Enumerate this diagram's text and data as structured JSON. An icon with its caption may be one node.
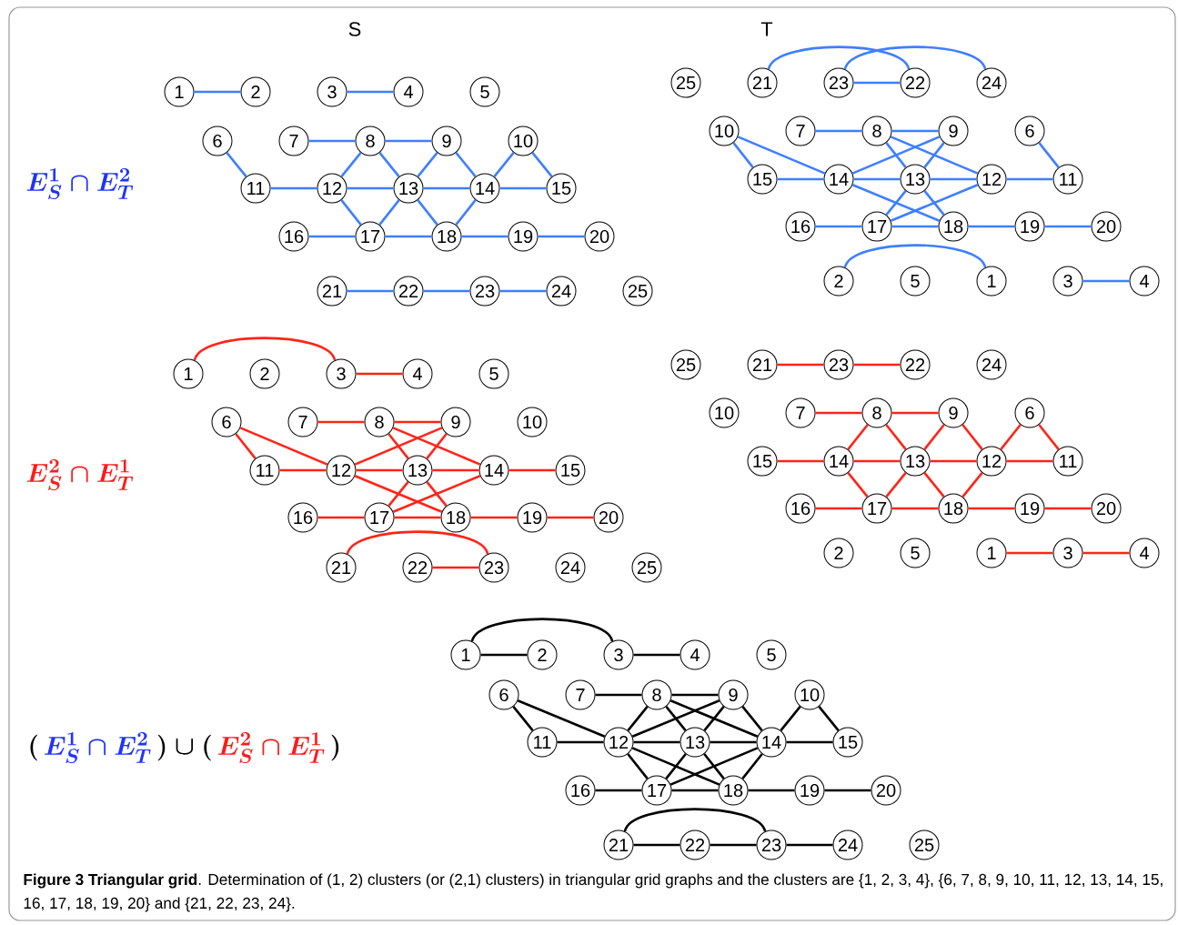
{
  "diagram": {
    "caption": "**Figure 3 Triangular grid**. Determination of (1, 2) clusters (or (2,1) clusters) in triangular grid graphs and the clusters are {1, 2, 3, 4}, {6, 7, 8, 9, 10, 11, 12, 13, 14, 15, 16, 17, 18, 19, 20} and {21, 22, 23, 24}.",
    "nodes": [
      {
        "text": [
          "1"
        ]
      },
      {
        "text": [
          "2"
        ]
      },
      {
        "text": [
          "3"
        ]
      },
      {
        "text": [
          "4"
        ]
      },
      {
        "text": [
          "5"
        ]
      },
      {
        "text": [
          "6"
        ]
      },
      {
        "text": [
          "7"
        ]
      },
      {
        "text": [
          "8"
        ]
      },
      {
        "text": [
          "9"
        ]
      },
      {
        "text": [
          "10"
        ]
      },
      {
        "text": [
          "11"
        ]
      },
      {
        "text": [
          "12"
        ]
      },
      {
        "text": [
          "13"
        ]
      },
      {
        "text": [
          "14"
        ]
      },
      {
        "text": [
          "15"
        ]
      },
      {
        "text": [
          "16"
        ]
      },
      {
        "text": [
          "17"
        ]
      },
      {
        "text": [
          "18"
        ]
      },
      {
        "text": [
          "19"
        ]
      },
      {
        "text": [
          "20"
        ]
      },
      {
        "text": [
          "21"
        ]
      },
      {
        "text": [
          "22"
        ]
      },
      {
        "text": [
          "23"
        ]
      },
      {
        "text": [
          "24"
        ]
      },
      {
        "text": [
          "25"
        ]
      },
      {
        "text": [
          "1"
        ]
      },
      {
        "text": [
          "2"
        ]
      },
      {
        "text": [
          "3"
        ]
      },
      {
        "text": [
          "4"
        ]
      },
      {
        "text": [
          "5"
        ]
      },
      {
        "text": [
          "6"
        ]
      },
      {
        "text": [
          "7"
        ]
      },
      {
        "text": [
          "8"
        ]
      },
      {
        "text": [
          "9"
        ]
      },
      {
        "text": [
          "10"
        ]
      },
      {
        "text": [
          "11"
        ]
      },
      {
        "text": [
          "12"
        ]
      },
      {
        "text": [
          "13"
        ]
      },
      {
        "text": [
          "14"
        ]
      },
      {
        "text": [
          "15"
        ]
      },
      {
        "text": [
          "16"
        ]
      },
      {
        "text": [
          "17"
        ]
      },
      {
        "text": [
          "18"
        ]
      },
      {
        "text": [
          "19"
        ]
      },
      {
        "text": [
          "20"
        ]
      },
      {
        "text": [
          "21"
        ]
      },
      {
        "text": [
          "22"
        ]
      },
      {
        "text": [
          "23"
        ]
      },
      {
        "text": [
          "24"
        ]
      },
      {
        "text": [
          "25"
        ]
      },
      {
        "text": [
          "1"
        ]
      },
      {
        "text": [
          "2"
        ]
      },
      {
        "text": [
          "3"
        ]
      },
      {
        "text": [
          "4"
        ]
      },
      {
        "text": [
          "5"
        ]
      },
      {
        "text": [
          "6"
        ]
      },
      {
        "text": [
          "7"
        ]
      },
      {
        "text": [
          "8"
        ]
      },
      {
        "text": [
          "9"
        ]
      },
      {
        "text": [
          "10"
        ]
      },
      {
        "text": [
          "11"
        ]
      },
      {
        "text": [
          "12"
        ]
      },
      {
        "text": [
          "13"
        ]
      },
      {
        "text": [
          "14"
        ]
      },
      {
        "text": [
          "15"
        ]
      },
      {
        "text": [
          "16"
        ]
      },
      {
        "text": [
          "17"
        ]
      },
      {
        "text": [
          "18"
        ]
      },
      {
        "text": [
          "19"
        ]
      },
      {
        "text": [
          "20"
        ]
      },
      {
        "text": [
          "21"
        ]
      },
      {
        "text": [
          "22"
        ]
      },
      {
        "text": [
          "23"
        ]
      },
      {
        "text": [
          "24"
        ]
      },
      {
        "text": [
          "25"
        ]
      },
      {
        "text": [
          "1"
        ]
      },
      {
        "text": [
          "2"
        ]
      },
      {
        "text": [
          "3"
        ]
      },
      {
        "text": [
          "4"
        ]
      },
      {
        "text": [
          "5"
        ]
      },
      {
        "text": [
          "6"
        ]
      },
      {
        "text": [
          "7"
        ]
      },
      {
        "text": [
          "8"
        ]
      },
      {
        "text": [
          "9"
        ]
      },
      {
        "text": [
          "10"
        ]
      },
      {
        "text": [
          "11"
        ]
      },
      {
        "text": [
          "12"
        ]
      },
      {
        "text": [
          "13"
        ]
      },
      {
        "text": [
          "14"
        ]
      },
      {
        "text": [
          "15"
        ]
      },
      {
        "text": [
          "16"
        ]
      },
      {
        "text": [
          "17"
        ]
      },
      {
        "text": [
          "18"
        ]
      },
      {
        "text": [
          "19"
        ]
      },
      {
        "text": [
          "20"
        ]
      },
      {
        "text": [
          "21"
        ]
      },
      {
        "text": [
          "22"
        ]
      },
      {
        "text": [
          "23"
        ]
      },
      {
        "text": [
          "24"
        ]
      },
      {
        "text": [
          "25"
        ]
      },
      {
        "text": [
          "1"
        ]
      },
      {
        "text": [
          "2"
        ]
      },
      {
        "text": [
          "3"
        ]
      },
      {
        "text": [
          "4"
        ]
      },
      {
        "text": [
          "5"
        ]
      },
      {
        "text": [
          "6"
        ]
      },
      {
        "text": [
          "7"
        ]
      },
      {
        "text": [
          "8"
        ]
      },
      {
        "text": [
          "9"
        ]
      },
      {
        "text": [
          "10"
        ]
      },
      {
        "text": [
          "11"
        ]
      },
      {
        "text": [
          "12"
        ]
      },
      {
        "text": [
          "13"
        ]
      },
      {
        "text": [
          "14"
        ]
      },
      {
        "text": [
          "15"
        ]
      },
      {
        "text": [
          "16"
        ]
      },
      {
        "text": [
          "17"
        ]
      },
      {
        "text": [
          "18"
        ]
      },
      {
        "text": [
          "19"
        ]
      },
      {
        "text": [
          "20"
        ]
      },
      {
        "text": [
          "21"
        ]
      },
      {
        "text": [
          "22"
        ]
      },
      {
        "text": [
          "23"
        ]
      },
      {
        "text": [
          "24"
        ]
      },
      {
        "text": [
          "25"
        ]
      }
    ],
    "edges": [
      {
        "from": 0,
        "to": 1,
        "arrow": "none"
      },
      {
        "from": 2,
        "to": 3,
        "arrow": "none"
      },
      {
        "from": 5,
        "to": 10,
        "arrow": "none"
      },
      {
        "from": 6,
        "to": 7,
        "arrow": "none"
      },
      {
        "from": 7,
        "to": 8,
        "arrow": "none"
      },
      {
        "from": 7,
        "to": 11,
        "arrow": "none"
      },
      {
        "from": 7,
        "to": 12,
        "arrow": "none"
      },
      {
        "from": 8,
        "to": 12,
        "arrow": "none"
      },
      {
        "from": 8,
        "to": 13,
        "arrow": "none"
      },
      {
        "from": 9,
        "to": 13,
        "arrow": "none"
      },
      {
        "from": 9,
        "to": 14,
        "arrow": "none"
      },
      {
        "from": 10,
        "to": 11,
        "arrow": "none"
      },
      {
        "from": 11,
        "to": 12,
        "arrow": "none"
      },
      {
        "from": 12,
        "to": 13,
        "arrow": "none"
      },
      {
        "from": 13,
        "to": 14,
        "arrow": "none"
      },
      {
        "from": 11,
        "to": 16,
        "arrow": "none"
      },
      {
        "from": 12,
        "to": 16,
        "arrow": "none"
      },
      {
        "from": 12,
        "to": 17,
        "arrow": "none"
      },
      {
        "from": 13,
        "to": 17,
        "arrow": "none"
      },
      {
        "from": 15,
        "to": 16,
        "arrow": "none"
      },
      {
        "from": 16,
        "to": 17,
        "arrow": "none"
      },
      {
        "from": 17,
        "to": 18,
        "arrow": "none"
      },
      {
        "from": 18,
        "to": 19,
        "arrow": "none"
      },
      {
        "from": 20,
        "to": 21,
        "arrow": "none"
      },
      {
        "from": 21,
        "to": 22,
        "arrow": "none"
      },
      {
        "from": 22,
        "to": 23,
        "arrow": "none"
      },
      {
        "from": 25,
        "to": 26,
        "arrow": "none"
      },
      {
        "from": 27,
        "to": 28,
        "arrow": "none"
      },
      {
        "from": 30,
        "to": 35,
        "arrow": "none"
      },
      {
        "from": 31,
        "to": 32,
        "arrow": "none"
      },
      {
        "from": 32,
        "to": 33,
        "arrow": "none"
      },
      {
        "from": 32,
        "to": 36,
        "arrow": "none"
      },
      {
        "from": 32,
        "to": 37,
        "arrow": "none"
      },
      {
        "from": 33,
        "to": 37,
        "arrow": "none"
      },
      {
        "from": 33,
        "to": 38,
        "arrow": "none"
      },
      {
        "from": 34,
        "to": 38,
        "arrow": "none"
      },
      {
        "from": 34,
        "to": 39,
        "arrow": "none"
      },
      {
        "from": 35,
        "to": 36,
        "arrow": "none"
      },
      {
        "from": 36,
        "to": 37,
        "arrow": "none"
      },
      {
        "from": 37,
        "to": 38,
        "arrow": "none"
      },
      {
        "from": 38,
        "to": 39,
        "arrow": "none"
      },
      {
        "from": 36,
        "to": 41,
        "arrow": "none"
      },
      {
        "from": 37,
        "to": 41,
        "arrow": "none"
      },
      {
        "from": 37,
        "to": 42,
        "arrow": "none"
      },
      {
        "from": 38,
        "to": 42,
        "arrow": "none"
      },
      {
        "from": 40,
        "to": 41,
        "arrow": "none"
      },
      {
        "from": 41,
        "to": 42,
        "arrow": "none"
      },
      {
        "from": 42,
        "to": 43,
        "arrow": "none"
      },
      {
        "from": 43,
        "to": 44,
        "arrow": "none"
      },
      {
        "from": 45,
        "to": 46,
        "arrow": "none"
      },
      {
        "from": 46,
        "to": 47,
        "arrow": "none"
      },
      {
        "from": 47,
        "to": 48,
        "arrow": "none"
      },
      {
        "from": 50,
        "to": 52,
        "arrow": "none",
        "color": "#ff2418"
      },
      {
        "from": 52,
        "to": 53,
        "arrow": "none",
        "color": "#ff2418"
      },
      {
        "from": 55,
        "to": 60,
        "arrow": "none",
        "color": "#ff2418"
      },
      {
        "from": 55,
        "to": 61,
        "arrow": "none",
        "color": "#ff2418"
      },
      {
        "from": 60,
        "to": 61,
        "arrow": "none",
        "color": "#ff2418"
      },
      {
        "from": 56,
        "to": 57,
        "arrow": "none",
        "color": "#ff2418"
      },
      {
        "from": 57,
        "to": 58,
        "arrow": "none",
        "color": "#ff2418"
      },
      {
        "from": 57,
        "to": 62,
        "arrow": "none",
        "color": "#ff2418"
      },
      {
        "from": 57,
        "to": 63,
        "arrow": "none",
        "color": "#ff2418"
      },
      {
        "from": 58,
        "to": 61,
        "arrow": "none",
        "color": "#ff2418"
      },
      {
        "from": 58,
        "to": 62,
        "arrow": "none",
        "color": "#ff2418"
      },
      {
        "from": 61,
        "to": 62,
        "arrow": "none",
        "color": "#ff2418"
      },
      {
        "from": 61,
        "to": 67,
        "arrow": "none",
        "color": "#ff2418"
      },
      {
        "from": 62,
        "to": 63,
        "arrow": "none",
        "color": "#ff2418"
      },
      {
        "from": 63,
        "to": 64,
        "arrow": "none",
        "color": "#ff2418"
      },
      {
        "from": 63,
        "to": 66,
        "arrow": "none",
        "color": "#ff2418"
      },
      {
        "from": 62,
        "to": 66,
        "arrow": "none",
        "color": "#ff2418"
      },
      {
        "from": 62,
        "to": 67,
        "arrow": "none",
        "color": "#ff2418"
      },
      {
        "from": 65,
        "to": 66,
        "arrow": "none",
        "color": "#ff2418"
      },
      {
        "from": 66,
        "to": 67,
        "arrow": "none",
        "color": "#ff2418"
      },
      {
        "from": 67,
        "to": 68,
        "arrow": "none",
        "color": "#ff2418"
      },
      {
        "from": 68,
        "to": 69,
        "arrow": "none",
        "color": "#ff2418"
      },
      {
        "from": 70,
        "to": 72,
        "arrow": "none",
        "color": "#ff2418"
      },
      {
        "from": 71,
        "to": 72,
        "arrow": "none",
        "color": "#ff2418"
      },
      {
        "from": 75,
        "to": 77,
        "arrow": "none",
        "color": "#ff2418"
      },
      {
        "from": 77,
        "to": 78,
        "arrow": "none",
        "color": "#ff2418"
      },
      {
        "from": 80,
        "to": 85,
        "arrow": "none",
        "color": "#ff2418"
      },
      {
        "from": 80,
        "to": 86,
        "arrow": "none",
        "color": "#ff2418"
      },
      {
        "from": 85,
        "to": 86,
        "arrow": "none",
        "color": "#ff2418"
      },
      {
        "from": 81,
        "to": 82,
        "arrow": "none",
        "color": "#ff2418"
      },
      {
        "from": 82,
        "to": 83,
        "arrow": "none",
        "color": "#ff2418"
      },
      {
        "from": 82,
        "to": 87,
        "arrow": "none",
        "color": "#ff2418"
      },
      {
        "from": 82,
        "to": 88,
        "arrow": "none",
        "color": "#ff2418"
      },
      {
        "from": 83,
        "to": 86,
        "arrow": "none",
        "color": "#ff2418"
      },
      {
        "from": 83,
        "to": 87,
        "arrow": "none",
        "color": "#ff2418"
      },
      {
        "from": 86,
        "to": 87,
        "arrow": "none",
        "color": "#ff2418"
      },
      {
        "from": 86,
        "to": 92,
        "arrow": "none",
        "color": "#ff2418"
      },
      {
        "from": 87,
        "to": 88,
        "arrow": "none",
        "color": "#ff2418"
      },
      {
        "from": 88,
        "to": 89,
        "arrow": "none",
        "color": "#ff2418"
      },
      {
        "from": 88,
        "to": 91,
        "arrow": "none",
        "color": "#ff2418"
      },
      {
        "from": 87,
        "to": 91,
        "arrow": "none",
        "color": "#ff2418"
      },
      {
        "from": 87,
        "to": 92,
        "arrow": "none",
        "color": "#ff2418"
      },
      {
        "from": 90,
        "to": 91,
        "arrow": "none",
        "color": "#ff2418"
      },
      {
        "from": 91,
        "to": 92,
        "arrow": "none",
        "color": "#ff2418"
      },
      {
        "from": 92,
        "to": 93,
        "arrow": "none",
        "color": "#ff2418"
      },
      {
        "from": 93,
        "to": 94,
        "arrow": "none",
        "color": "#ff2418"
      },
      {
        "from": 95,
        "to": 97,
        "arrow": "none",
        "color": "#ff2418"
      },
      {
        "from": 96,
        "to": 97,
        "arrow": "none",
        "color": "#ff2418"
      },
      {
        "from": 100,
        "to": 101,
        "arrow": "none",
        "color": "#000000"
      },
      {
        "from": 100,
        "to": 102,
        "arrow": "none",
        "color": "#000000"
      },
      {
        "from": 102,
        "to": 103,
        "arrow": "none",
        "color": "#000000"
      },
      {
        "from": 105,
        "to": 110,
        "arrow": "none",
        "color": "#000000"
      },
      {
        "from": 105,
        "to": 111,
        "arrow": "none",
        "color": "#000000"
      },
      {
        "from": 110,
        "to": 111,
        "arrow": "none",
        "color": "#000000"
      },
      {
        "from": 106,
        "to": 107,
        "arrow": "none",
        "color": "#000000"
      },
      {
        "from": 107,
        "to": 108,
        "arrow": "none",
        "color": "#000000"
      },
      {
        "from": 107,
        "to": 111,
        "arrow": "none",
        "color": "#000000"
      },
      {
        "from": 107,
        "to": 112,
        "arrow": "none",
        "color": "#000000"
      },
      {
        "from": 107,
        "to": 113,
        "arrow": "none",
        "color": "#000000"
      },
      {
        "from": 108,
        "to": 111,
        "arrow": "none",
        "color": "#000000"
      },
      {
        "from": 108,
        "to": 112,
        "arrow": "none",
        "color": "#000000"
      },
      {
        "from": 108,
        "to": 113,
        "arrow": "none",
        "color": "#000000"
      },
      {
        "from": 109,
        "to": 113,
        "arrow": "none",
        "color": "#000000"
      },
      {
        "from": 109,
        "to": 114,
        "arrow": "none",
        "color": "#000000"
      },
      {
        "from": 111,
        "to": 112,
        "arrow": "none",
        "color": "#000000"
      },
      {
        "from": 112,
        "to": 113,
        "arrow": "none",
        "color": "#000000"
      },
      {
        "from": 113,
        "to": 114,
        "arrow": "none",
        "color": "#000000"
      },
      {
        "from": 111,
        "to": 116,
        "arrow": "none",
        "color": "#000000"
      },
      {
        "from": 111,
        "to": 117,
        "arrow": "none",
        "color": "#000000"
      },
      {
        "from": 112,
        "to": 116,
        "arrow": "none",
        "color": "#000000"
      },
      {
        "from": 112,
        "to": 117,
        "arrow": "none",
        "color": "#000000"
      },
      {
        "from": 113,
        "to": 116,
        "arrow": "none",
        "color": "#000000"
      },
      {
        "from": 113,
        "to": 117,
        "arrow": "none",
        "color": "#000000"
      },
      {
        "from": 115,
        "to": 116,
        "arrow": "none",
        "color": "#000000"
      },
      {
        "from": 116,
        "to": 117,
        "arrow": "none",
        "color": "#000000"
      },
      {
        "from": 117,
        "to": 118,
        "arrow": "none",
        "color": "#000000"
      },
      {
        "from": 118,
        "to": 119,
        "arrow": "none",
        "color": "#000000"
      },
      {
        "from": 120,
        "to": 121,
        "arrow": "none",
        "color": "#000000"
      },
      {
        "from": 120,
        "to": 122,
        "arrow": "none",
        "color": "#000000"
      },
      {
        "from": 121,
        "to": 122,
        "arrow": "none",
        "color": "#000000"
      },
      {
        "from": 122,
        "to": 123,
        "arrow": "none",
        "color": "#000000"
      }
    ],
    "labels": [
      "S",
      "T",
      "E_S^1 \\cap E_T^2",
      "E_S^2 \\cap E_T^1",
      "(",
      "E_S^1 \\cap E_T^2",
      ")\\cup(",
      "E_S^2 \\cap E_T^1",
      ")"
    ]
  }
}
